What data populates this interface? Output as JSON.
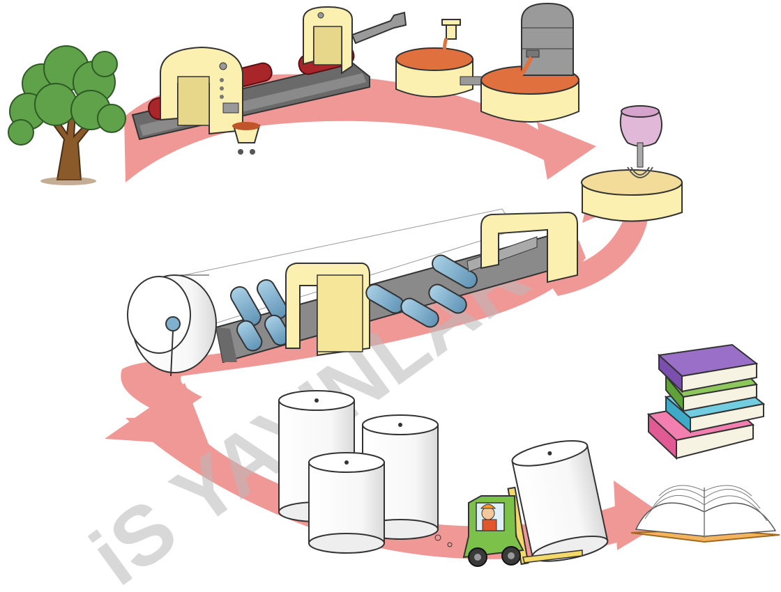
{
  "diagram": {
    "subject": "paper-making-process",
    "arrow_color": "#f09896",
    "watermark": {
      "text": "iS YAYINLAR",
      "color": "#b9b9b9",
      "opacity": 0.55
    },
    "stages": [
      {
        "id": "tree",
        "icon": "tree-icon"
      },
      {
        "id": "debarking",
        "icon": "debarking-machine-icon"
      },
      {
        "id": "pulp-cooking",
        "icon": "pulp-tank-icon"
      },
      {
        "id": "mixing",
        "icon": "mixer-icon"
      },
      {
        "id": "paper-machine",
        "icon": "paper-machine-icon"
      },
      {
        "id": "paper-rolls",
        "icon": "paper-rolls-icon"
      },
      {
        "id": "forklift",
        "icon": "forklift-icon"
      },
      {
        "id": "books",
        "icon": "book-stack-icon"
      },
      {
        "id": "open-book",
        "icon": "open-book-icon"
      }
    ],
    "palette": {
      "machine_yellow": "#fbf0b0",
      "machine_dark": "#5a5a5a",
      "log_red": "#a8262a",
      "pulp_orange": "#e0703e",
      "roller_blue": "#7fb1cf",
      "tree_green": "#5fa24a",
      "tree_trunk": "#8b5a2b"
    }
  }
}
